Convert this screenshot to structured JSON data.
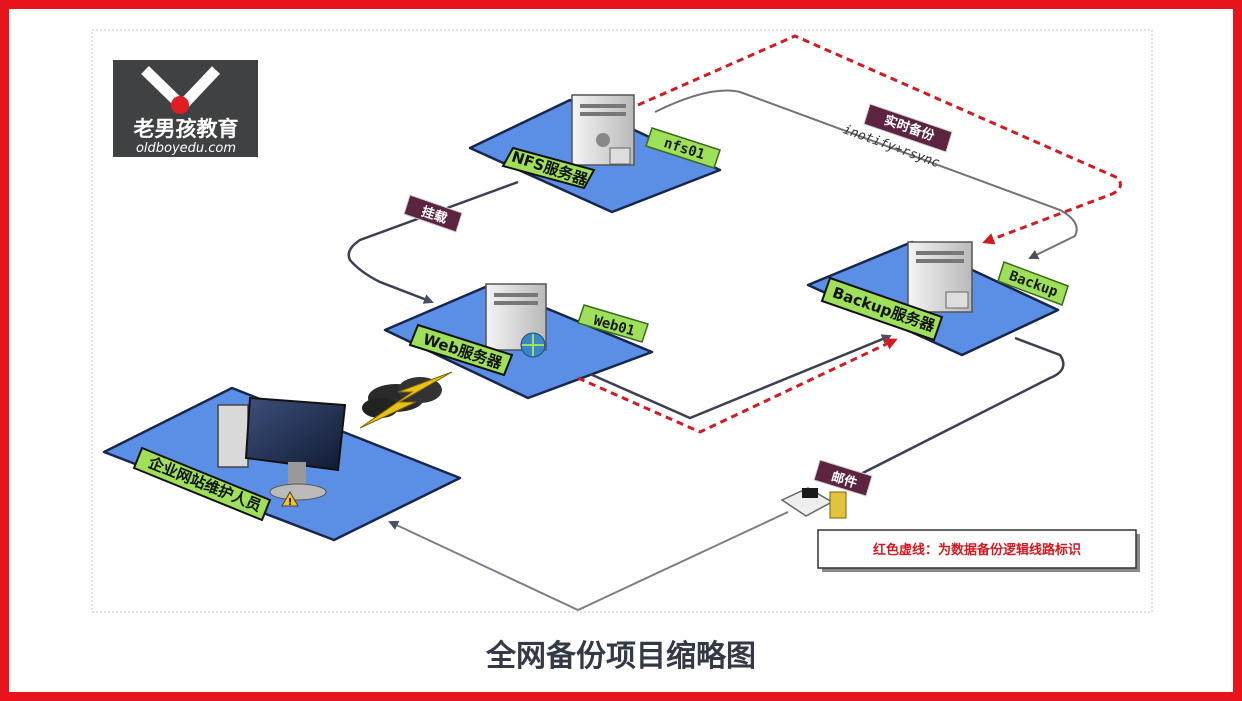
{
  "logo": {
    "brand_cn": "老男孩教育",
    "brand_en": "oldboyedu.com"
  },
  "nodes": {
    "nfs": {
      "label": "NFS服务器",
      "host": "nfs01"
    },
    "web": {
      "label": "Web服务器",
      "host": "Web01"
    },
    "backup": {
      "label": "Backup服务器",
      "host": "Backup"
    },
    "maintainer": {
      "label": "企业网站维护人员"
    }
  },
  "edges": {
    "mount": "挂载",
    "realtime": "实时备份",
    "sync_method": "inotify+rsync",
    "mail": "邮件"
  },
  "legend": {
    "text": "红色虚线：为数据备份逻辑线路标识"
  },
  "title": "全网备份项目缩略图",
  "colors": {
    "frame": "#e8141b",
    "platform": "#5b8fe6",
    "host_tag": "#9fe05a",
    "badge": "#5c2440",
    "red_dash": "#d41920",
    "arrow": "#555b66"
  }
}
